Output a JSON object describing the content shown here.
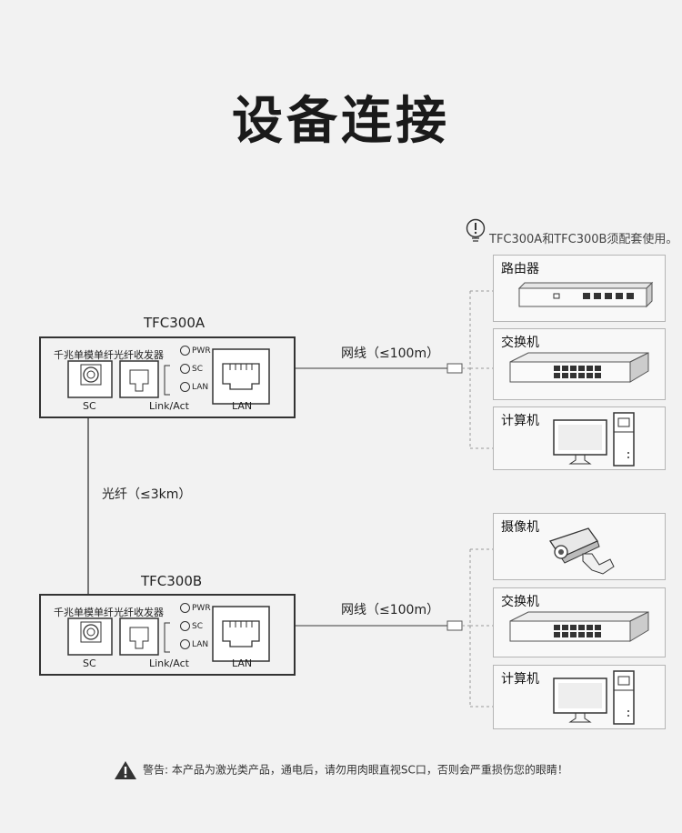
{
  "title": "设备连接",
  "note": "TFC300A和TFC300B须配套使用。",
  "unit_a": {
    "name": "TFC300A",
    "device_text": "千兆单模单纤光纤收发器",
    "indicators": [
      "PWR",
      "SC",
      "LAN"
    ],
    "port_sc": "SC",
    "port_link": "Link/Act",
    "port_lan": "LAN"
  },
  "unit_b": {
    "name": "TFC300B",
    "device_text": "千兆单模单纤光纤收发器",
    "indicators": [
      "PWR",
      "SC",
      "LAN"
    ],
    "port_sc": "SC",
    "port_link": "Link/Act",
    "port_lan": "LAN"
  },
  "cable_a": "网线（≤100m）",
  "cable_b": "网线（≤100m）",
  "fiber": "光纤（≤3km）",
  "devices_a": [
    "路由器",
    "交换机",
    "计算机"
  ],
  "devices_b": [
    "摄像机",
    "交换机",
    "计算机"
  ],
  "warning": "警告: 本产品为激光类产品，通电后，请勿用肉眼直视SC口，否则会严重损伤您的眼睛！"
}
